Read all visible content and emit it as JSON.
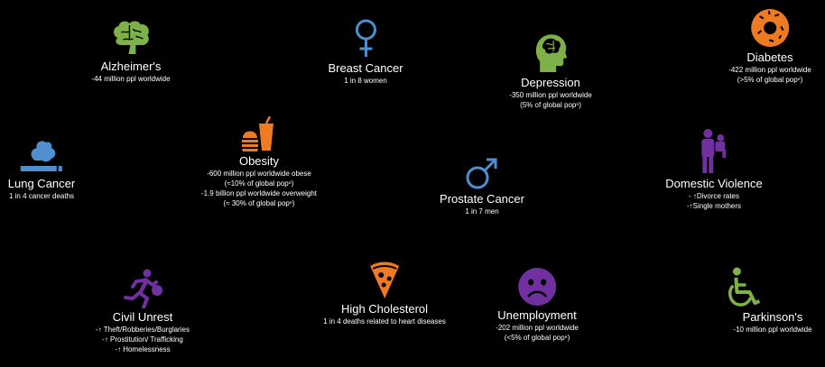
{
  "colors": {
    "background": "#000000",
    "green": "#7fb14a",
    "blue": "#4f8fd0",
    "orange": "#ee7a24",
    "purple": "#7030a0",
    "text": "#ffffff"
  },
  "items": [
    {
      "icon": "brain-icon",
      "title": "Alzheimer's",
      "lines": [
        "-44 million ppl worldwide"
      ]
    },
    {
      "icon": "female-symbol-icon",
      "title": "Breast Cancer",
      "lines": [
        "1 in 8 women"
      ]
    },
    {
      "icon": "head-brain-icon",
      "title": "Depression",
      "lines": [
        "-350 million ppl worldwide",
        "(5% of global popⁿ)"
      ]
    },
    {
      "icon": "donut-icon",
      "title": "Diabetes",
      "lines": [
        "-422 million ppl worldwide",
        "(>5% of global popⁿ)"
      ]
    },
    {
      "icon": "cigarette-icon",
      "title": "Lung Cancer",
      "lines": [
        "1 in 4 cancer deaths"
      ]
    },
    {
      "icon": "fast-food-icon",
      "title": "Obesity",
      "lines": [
        "-600 million ppl worldwide obese",
        "(≈10% of global popⁿ)",
        "-1.9 billion ppl worldwide overweight",
        "(≈ 30% of global popⁿ)"
      ]
    },
    {
      "icon": "male-symbol-icon",
      "title": "Prostate Cancer",
      "lines": [
        "1 in 7 men"
      ]
    },
    {
      "icon": "parent-child-icon",
      "title": "Domestic Violence",
      "lines": [
        "- ↑Divorce rates",
        "-↑Single mothers"
      ]
    },
    {
      "icon": "running-thief-icon",
      "title": "Civil Unrest",
      "lines": [
        "-↑ Theft/Robberies/Burglaries",
        "-↑ Prostitution/ Trafficking",
        "-↑ Homelessness"
      ]
    },
    {
      "icon": "pizza-icon",
      "title": "High Cholesterol",
      "lines": [
        "1 in 4 deaths related to heart diseases"
      ]
    },
    {
      "icon": "sad-face-icon",
      "title": "Unemployment",
      "lines": [
        "-202 million ppl worldwide",
        "(<5% of global popⁿ)"
      ]
    },
    {
      "icon": "wheelchair-icon",
      "title": "Parkinson's",
      "lines": [
        "-10 million ppl worldwide"
      ]
    }
  ]
}
